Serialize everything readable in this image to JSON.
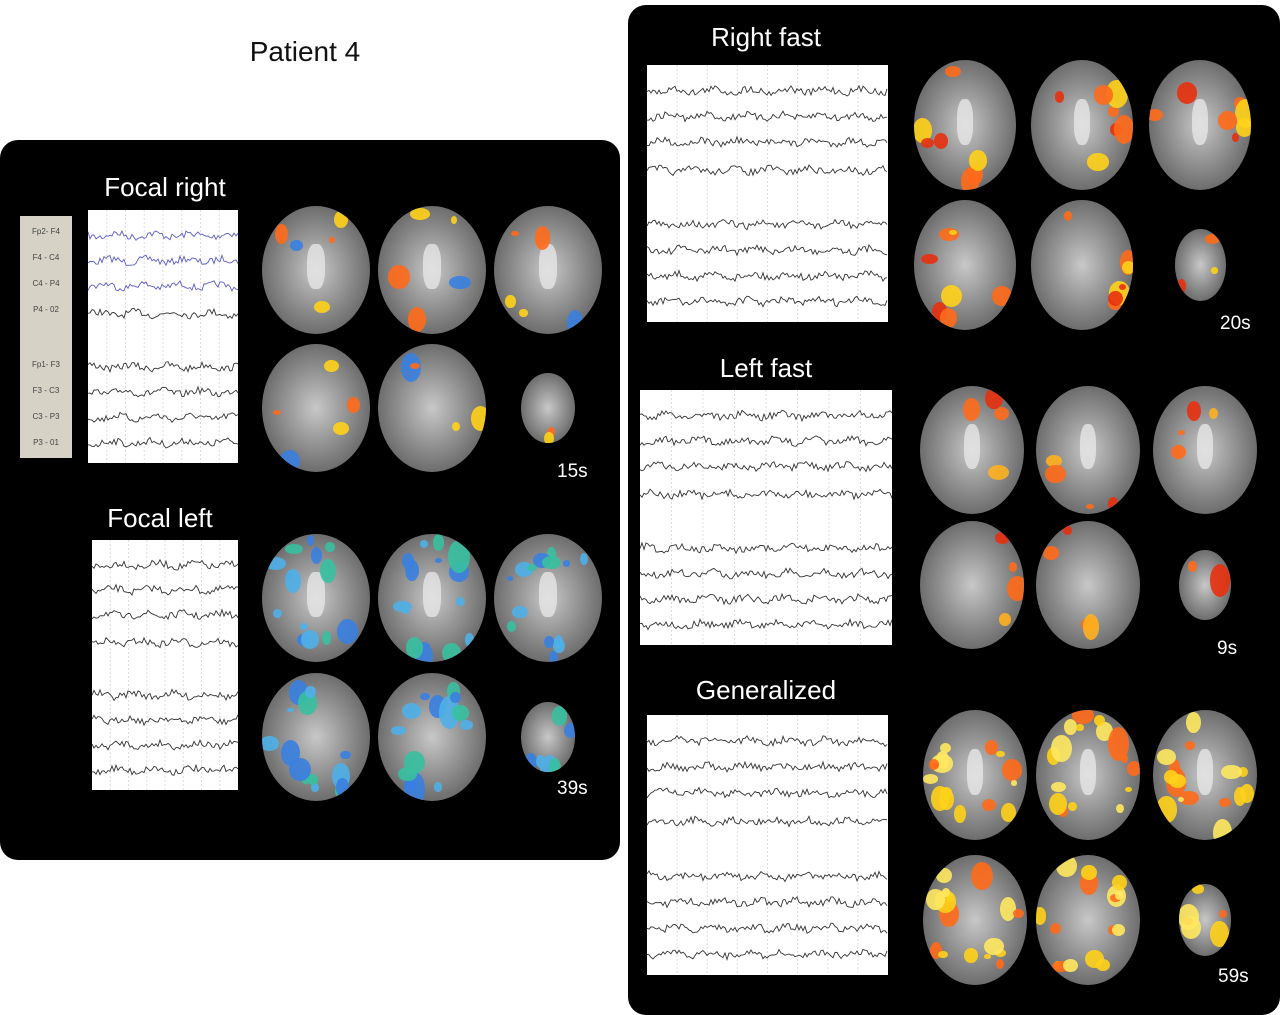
{
  "figure_title": "Patient 4",
  "channel_labels": [
    "Fp2- F4",
    "F4 - C4",
    "C4 - P4",
    "P4 - 02",
    "Fp1- F3",
    "F3 - C3",
    "C3 - P3",
    "P3 - 01"
  ],
  "sections": [
    {
      "title": "Focal right",
      "duration": "15s",
      "activation_colors": [
        "#ff6a1a",
        "#ffd21a",
        "#3a7fe0"
      ],
      "highlighted_channels": 3
    },
    {
      "title": "Focal left",
      "duration": "39s",
      "activation_colors": [
        "#3a7fe0",
        "#4fb0e8",
        "#38c0a0"
      ],
      "highlighted_channels": 0
    },
    {
      "title": "Right fast",
      "duration": "20s",
      "activation_colors": [
        "#ff6a1a",
        "#ffd21a",
        "#e83010"
      ],
      "highlighted_channels": 0
    },
    {
      "title": "Left fast",
      "duration": "9s",
      "activation_colors": [
        "#ff6a1a",
        "#e83010",
        "#ffb020"
      ],
      "highlighted_channels": 0
    },
    {
      "title": "Generalized",
      "duration": "59s",
      "activation_colors": [
        "#ffd21a",
        "#ff6a1a",
        "#ffe860"
      ],
      "highlighted_channels": 0
    }
  ]
}
